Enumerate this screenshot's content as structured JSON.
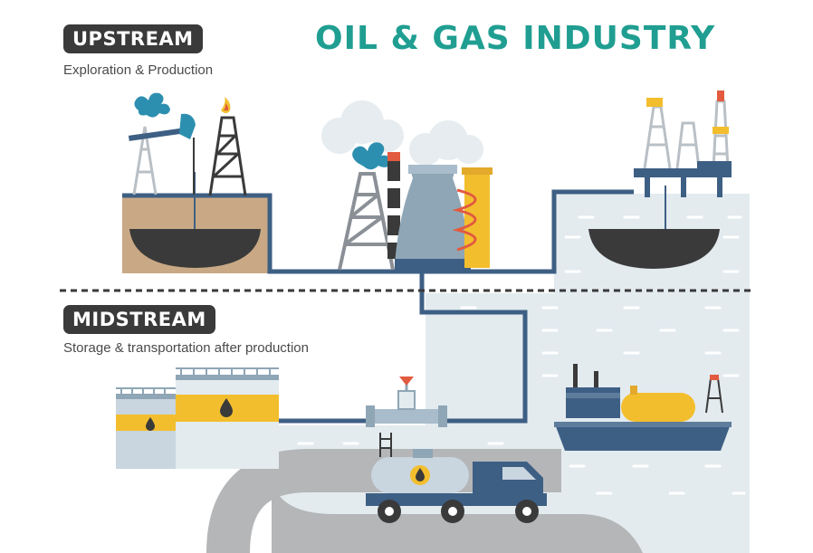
{
  "title": "OIL & GAS INDUSTRY",
  "upstream": {
    "label": "UPSTREAM",
    "subtitle": "Exploration & Production"
  },
  "midstream": {
    "label": "MIDSTREAM",
    "subtitle": "Storage & transportation after production"
  },
  "colors": {
    "title": "#1f9e91",
    "pipe": "#3e5f84",
    "ground": "#c9a985",
    "oil": "#3a3a3a",
    "sea": "#e3ebef",
    "road": "#b4b6b8",
    "accent_yellow": "#f3be2e",
    "accent_red": "#e25a3f",
    "storage_tank": "#c9d5df"
  },
  "icons": [
    "pumpjack-icon",
    "oil-derrick-icon",
    "refinery-icon",
    "offshore-platform-icon",
    "storage-tank-icon",
    "pipeline-valve-icon",
    "oil-tanker-ship-icon",
    "tanker-truck-icon",
    "oil-drop-icon",
    "flame-icon"
  ]
}
